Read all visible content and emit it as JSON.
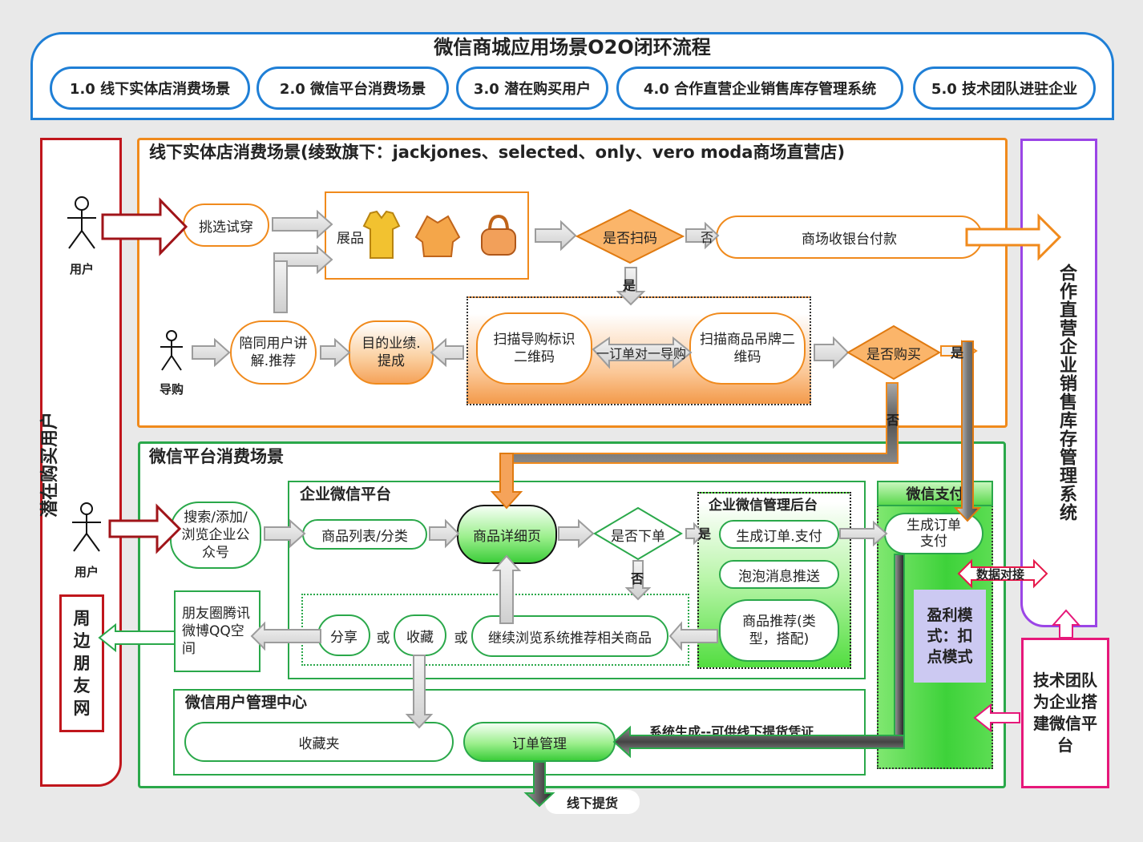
{
  "title": "微信商城应用场景O2O闭环流程",
  "top_tabs": [
    "1.0 线下实体店消费场景",
    "2.0 微信平台消费场景",
    "3.0 潜在购买用户",
    "4.0 合作直营企业销售库存管理系统",
    "5.0 技术团队进驻企业"
  ],
  "left_panel": "潜在购买用户",
  "right_panel": "合作直营企业销售库存管理系统",
  "tech_team": "技术团队为企业搭建微信平台",
  "friends_network": "周边朋友网",
  "offline": {
    "title": "线下实体店消费场景(绫致旗下：jackjones、selected、only、vero moda商场直营店)",
    "user_label": "用户",
    "guide_label": "导购",
    "pick_try": "挑选试穿",
    "display": "展品",
    "scan_q": "是否扫码",
    "no": "否",
    "yes": "是",
    "cashier": "商场收银台付款",
    "accompany": "陪同用户讲解.推荐",
    "goal": "目的业绩.提成",
    "scan_guide": "扫描导购标识二维码",
    "one_order": "一订单对一导购",
    "scan_tag": "扫描商品吊牌二维码",
    "buy_q": "是否购买",
    "yes2": "是",
    "no2": "否"
  },
  "wechat": {
    "title": "微信平台消费场景",
    "user_label": "用户",
    "search": "搜索/添加/浏览企业公众号",
    "ent_platform": "企业微信平台",
    "product_list": "商品列表/分类",
    "product_detail": "商品详细页",
    "order_q": "是否下单",
    "yes": "是",
    "no": "否",
    "backend": "企业微信管理后台",
    "gen_order": "生成订单.支付",
    "bubble": "泡泡消息推送",
    "recommend": "商品推荐(类型，搭配)",
    "share": "分享",
    "or1": "或",
    "favorite": "收藏",
    "or2": "或",
    "continue_browse": "继续浏览系统推荐相关商品",
    "social": "朋友圈腾讯微博QQ空间",
    "user_center": "微信用户管理中心",
    "fav_folder": "收藏夹",
    "order_mgmt": "订单管理",
    "sys_gen": "系统生成--可供线下提货凭证",
    "pickup": "线下提货",
    "pay_title": "微信支付",
    "pay_box": "生成订单支付",
    "data_link": "数据对接",
    "profit": "盈利模式：扣点模式"
  }
}
